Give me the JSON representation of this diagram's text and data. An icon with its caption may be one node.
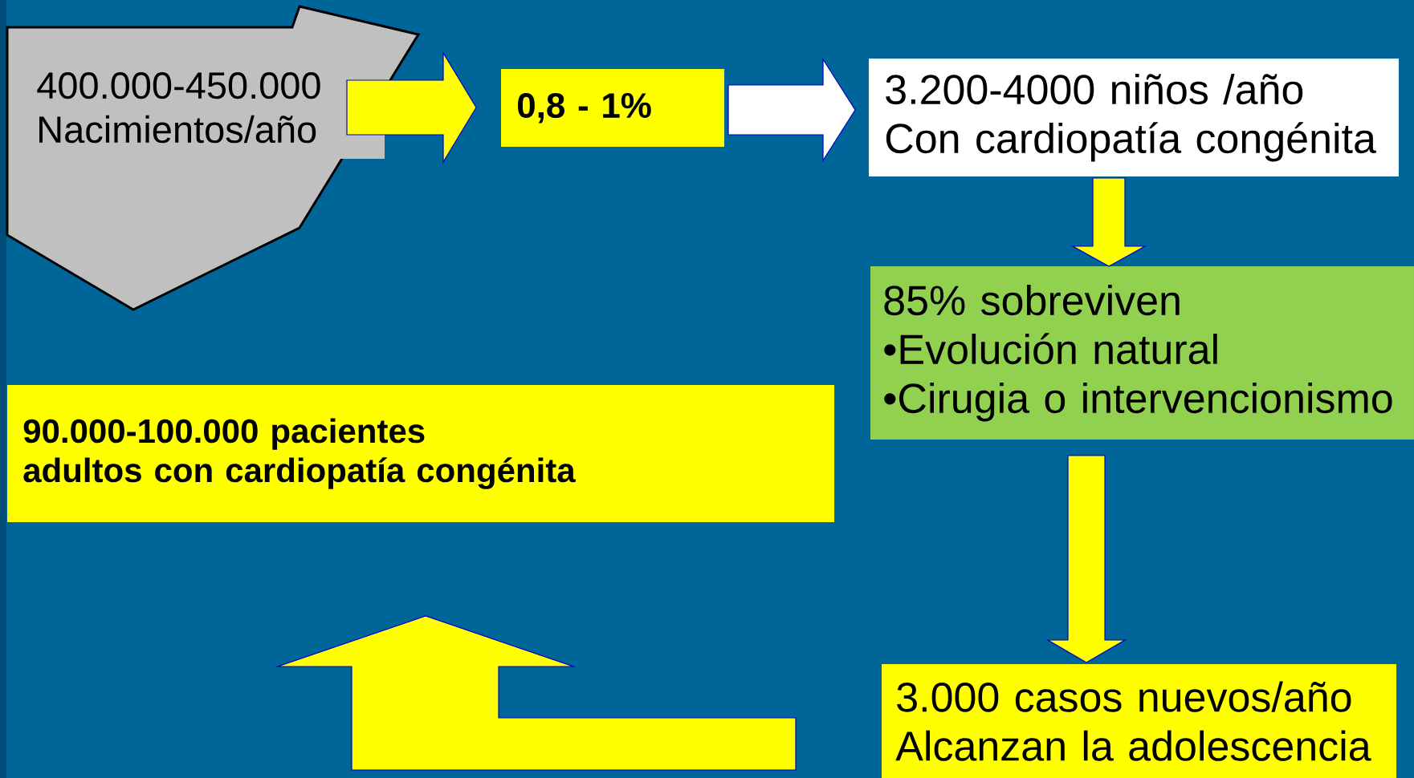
{
  "diagram": {
    "nodes": [
      {
        "text": [
          "400.000-450.000",
          "Nacimientos/año"
        ]
      },
      {
        "text": [
          "0,8 - 1%"
        ]
      },
      {
        "text": [
          "3.200-4000 niños /año",
          "Con cardiopatía congénita"
        ]
      },
      {
        "text": [
          "85% sobreviven",
          "•Evolución natural",
          "•Cirugia o intervencionismo"
        ]
      },
      {
        "text": [
          "90.000-100.000 pacientes",
          "adultos con cardiopatía congénita"
        ]
      },
      {
        "text": [
          "3.000 casos nuevos/año",
          "Alcanzan la adolescencia"
        ]
      }
    ],
    "edges": [
      {
        "from": 0,
        "to": 1,
        "arrow": "to"
      },
      {
        "from": 1,
        "to": 2,
        "arrow": "to",
        "color": "#ffffff"
      },
      {
        "from": 2,
        "to": 3,
        "arrow": "to"
      },
      {
        "from": 3,
        "to": 5,
        "arrow": "to"
      },
      {
        "from": 5,
        "to": 4,
        "arrow": "to"
      }
    ]
  }
}
